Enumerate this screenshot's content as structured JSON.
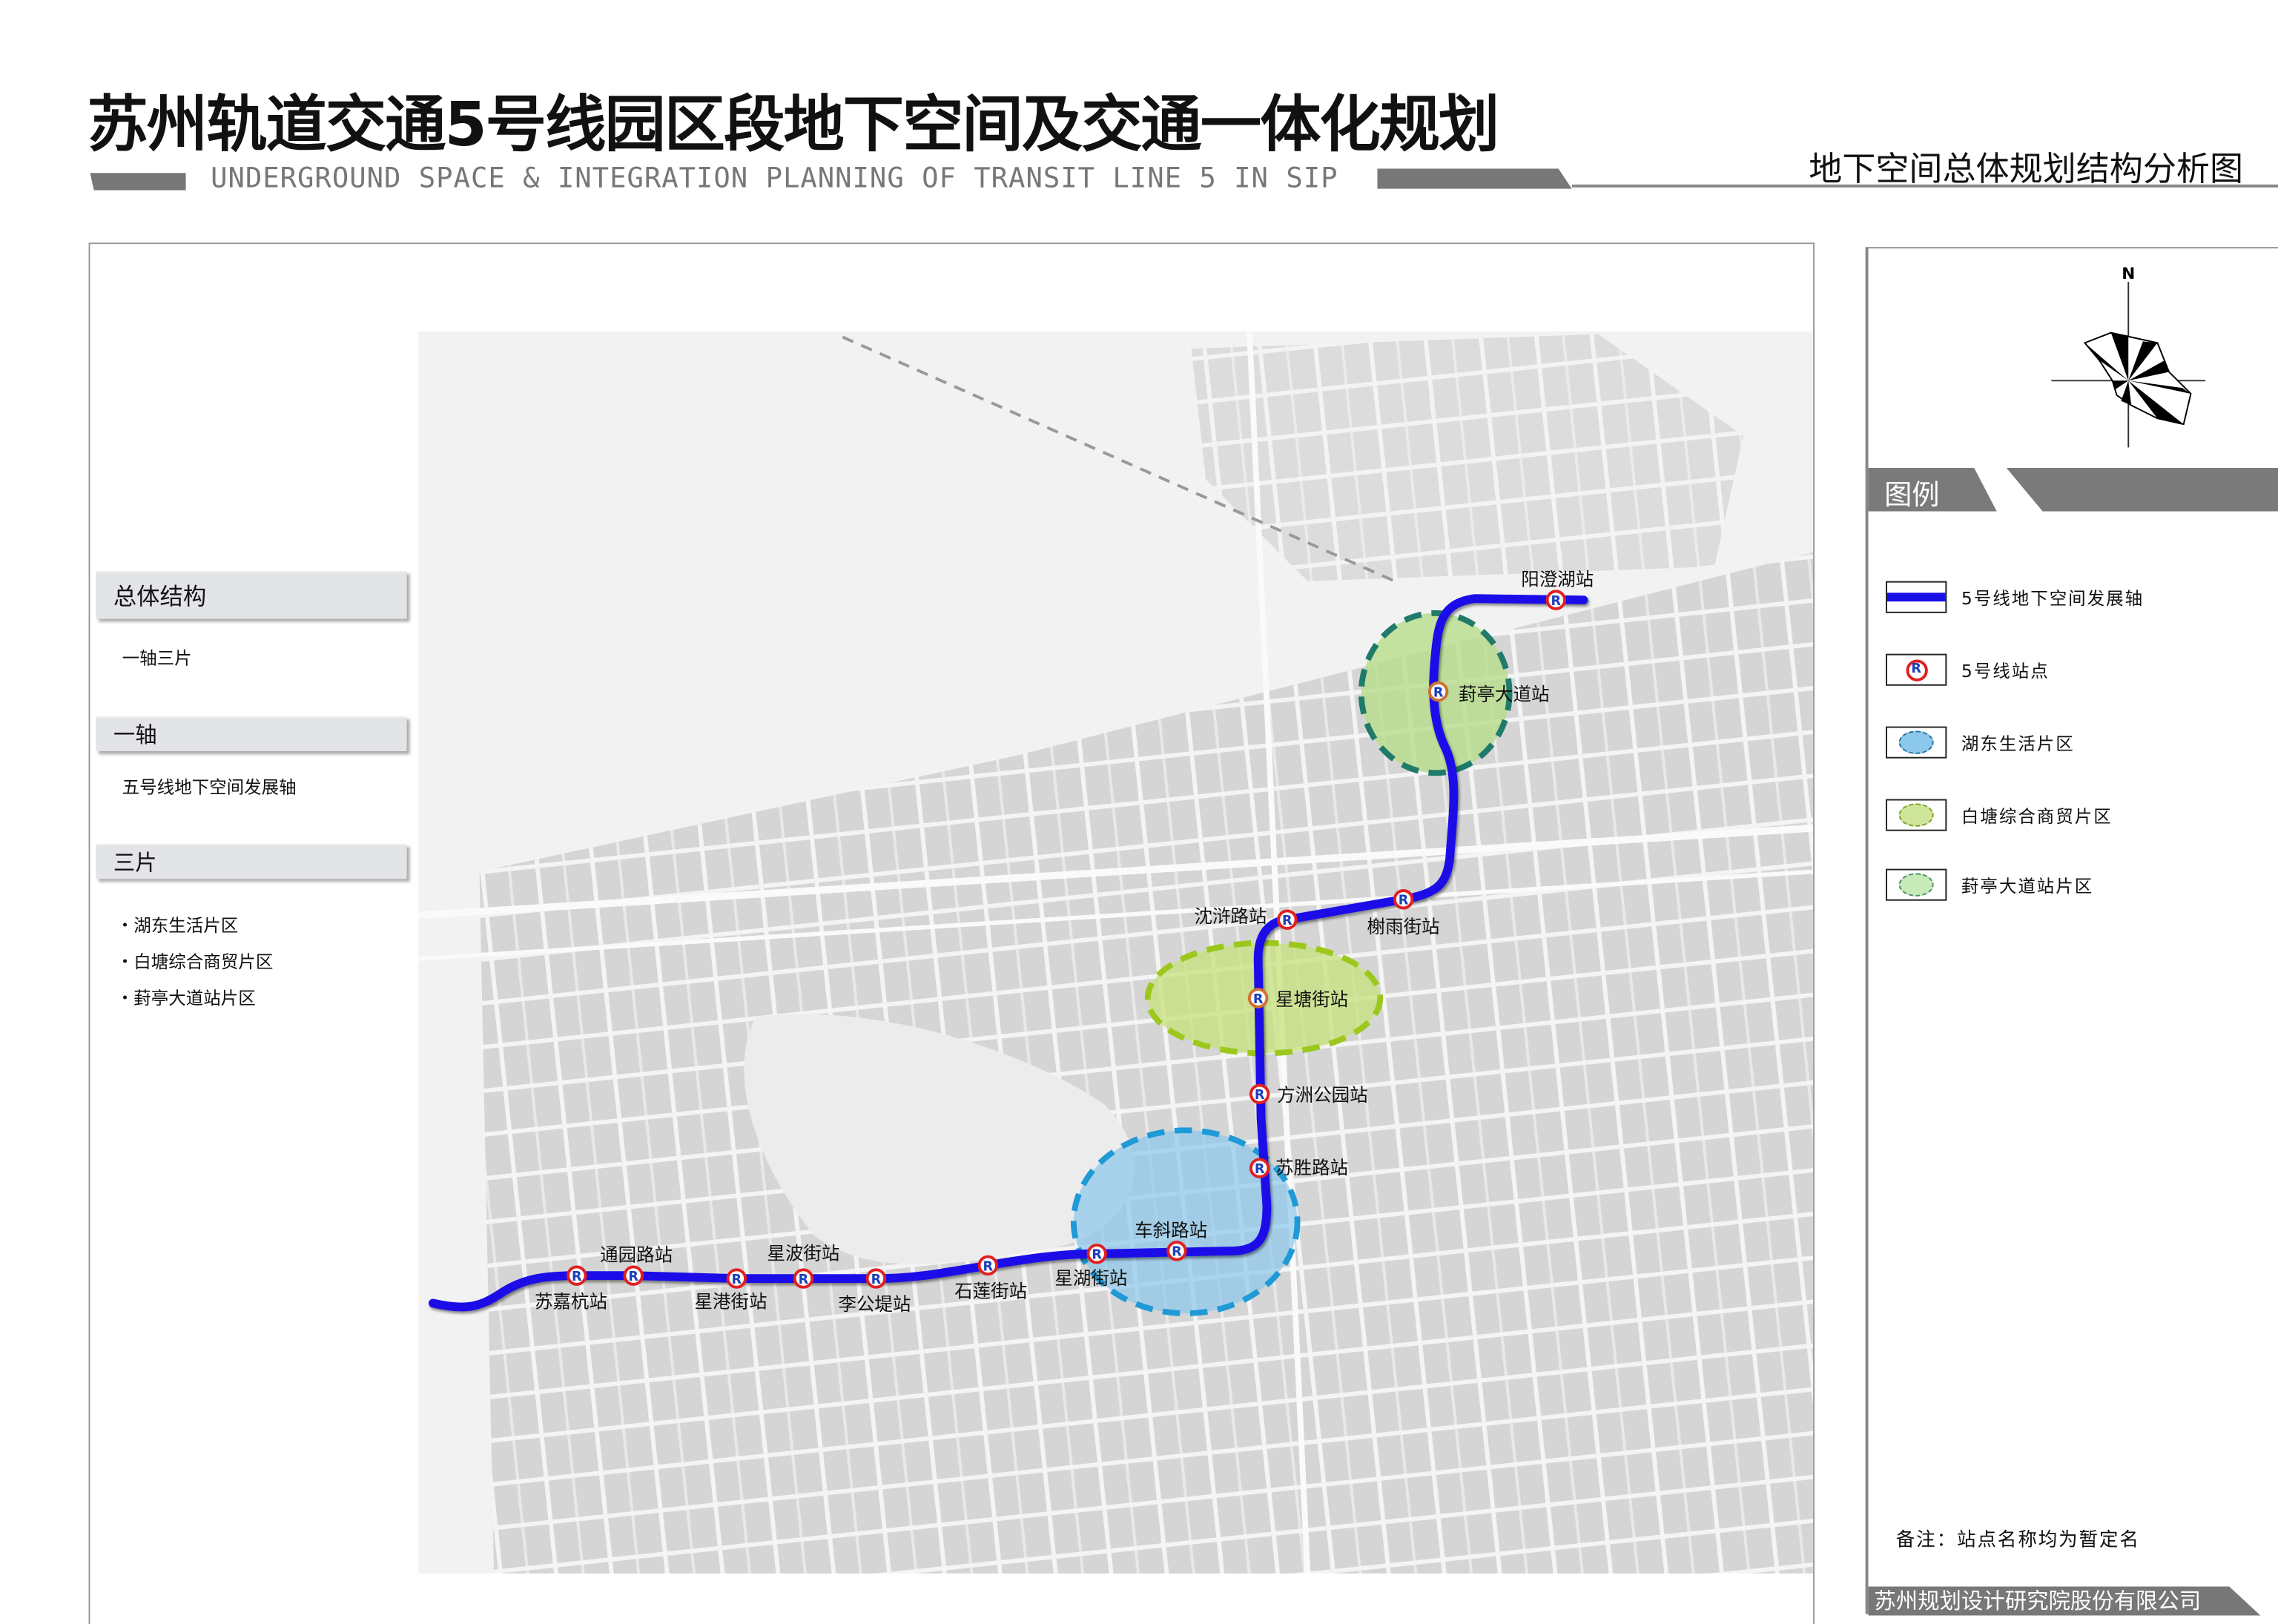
{
  "header": {
    "title": "苏州轨道交通5号线园区段地下空间及交通一体化规划",
    "subtitle": "UNDERGROUND SPACE & INTEGRATION PLANNING OF TRANSIT LINE 5 IN SIP",
    "sheet_title": "地下空间总体规划结构分析图"
  },
  "left_panel": {
    "sections": [
      {
        "heading": "总体结构",
        "items": [
          "一轴三片"
        ]
      },
      {
        "heading": "一轴",
        "items": [
          "五号线地下空间发展轴"
        ]
      },
      {
        "heading": "三片",
        "items": [
          "・湖东生活片区",
          "・白塘综合商贸片区",
          "・葑亭大道站片区"
        ]
      }
    ]
  },
  "map": {
    "stations": [
      "苏嘉杭站",
      "通园路站",
      "星港街站",
      "星波街站",
      "李公堤站",
      "石莲街站",
      "星湖街站",
      "车斜路站",
      "苏胜路站",
      "方洲公园站",
      "星塘街站",
      "沈浒路站",
      "榭雨街站",
      "葑亭大道站",
      "阳澄湖站"
    ],
    "station_marker": "R",
    "colors": {
      "line": "#1a10e8",
      "station_ring": "#e02020",
      "zone_blue": "#8cc8ec",
      "zone_lime": "#c6e27a",
      "zone_green": "#b6dc8a"
    }
  },
  "compass": {
    "north_label": "N"
  },
  "legend": {
    "title": "图例",
    "items": [
      {
        "icon": "line-axis",
        "label": "5号线地下空间发展轴"
      },
      {
        "icon": "station-marker",
        "label": "5号线站点"
      },
      {
        "icon": "blue-zone",
        "label": "湖东生活片区"
      },
      {
        "icon": "lime-zone",
        "label": "白塘综合商贸片区"
      },
      {
        "icon": "green-zone",
        "label": "葑亭大道站片区"
      }
    ]
  },
  "note": "备注：站点名称均为暂定名",
  "footer": "苏州规划设计研究院股份有限公司"
}
